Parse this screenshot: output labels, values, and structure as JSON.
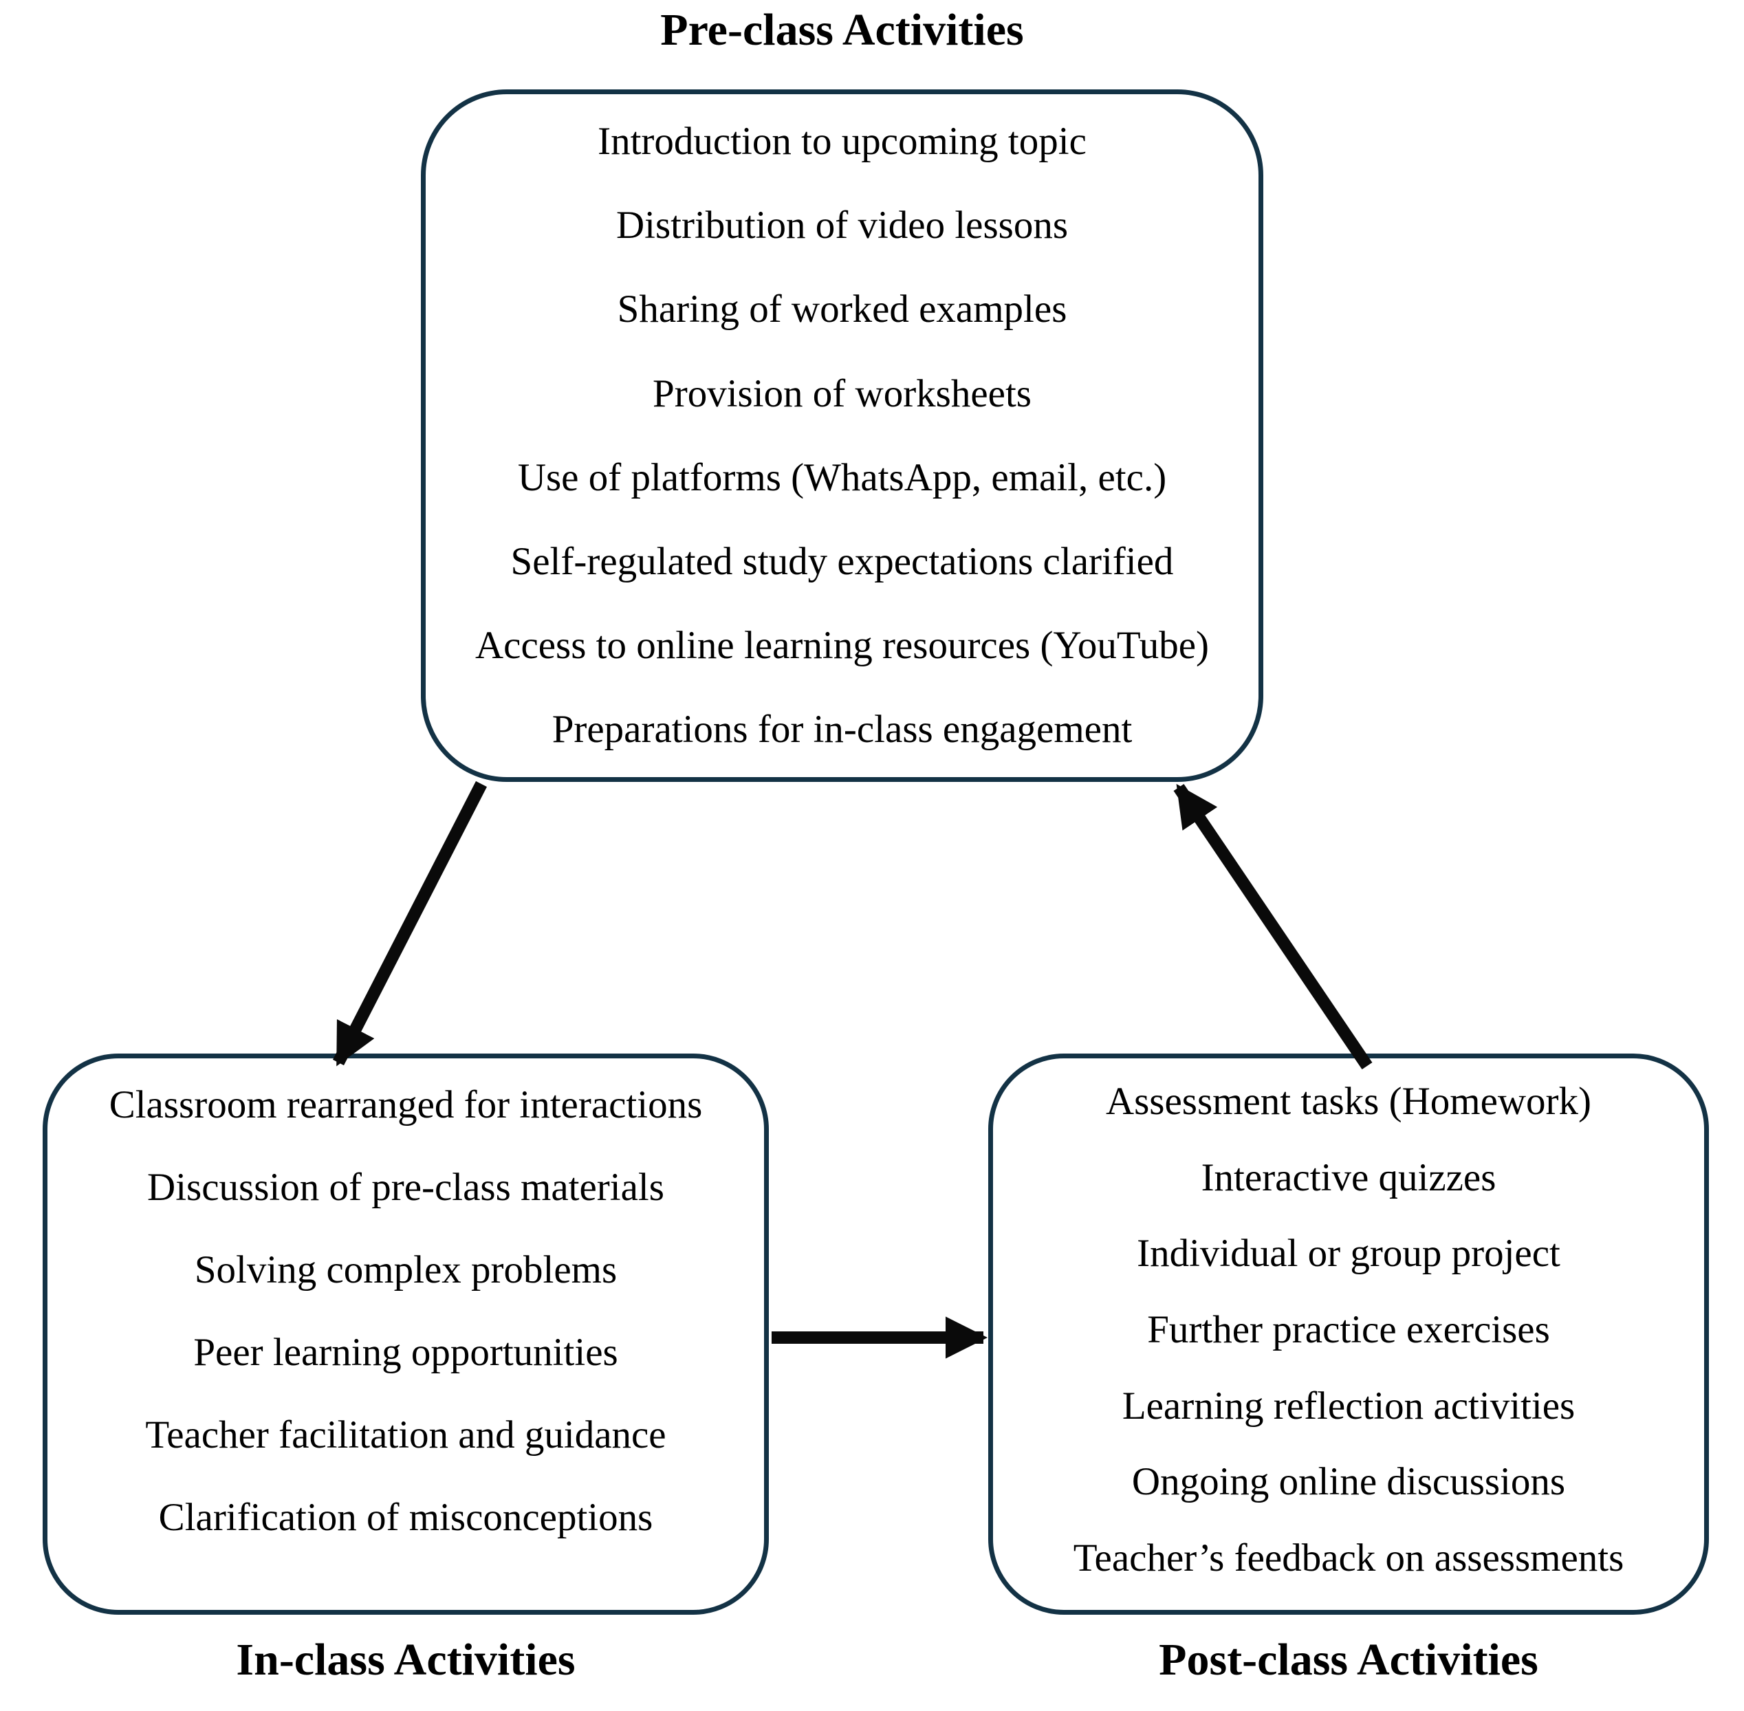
{
  "colors": {
    "border": "#133245",
    "arrow": "#0a0a0a",
    "text": "#000000",
    "background": "#ffffff"
  },
  "pre_class": {
    "title": "Pre-class Activities",
    "items": [
      "Introduction to upcoming topic",
      "Distribution of video lessons",
      "Sharing of worked examples",
      "Provision of worksheets",
      "Use of platforms (WhatsApp, email, etc.)",
      "Self-regulated study expectations clarified",
      "Access to online learning resources (YouTube)",
      "Preparations for in-class engagement"
    ]
  },
  "in_class": {
    "label": "In-class Activities",
    "items": [
      "Classroom rearranged for interactions",
      "Discussion of pre-class materials",
      "Solving complex problems",
      "Peer learning opportunities",
      "Teacher facilitation and guidance",
      "Clarification of misconceptions"
    ]
  },
  "post_class": {
    "label": "Post-class Activities",
    "items": [
      "Assessment tasks (Homework)",
      "Interactive quizzes",
      "Individual or group project",
      "Further practice exercises",
      "Learning reflection activities",
      "Ongoing online discussions",
      "Teacher’s feedback on assessments"
    ]
  }
}
